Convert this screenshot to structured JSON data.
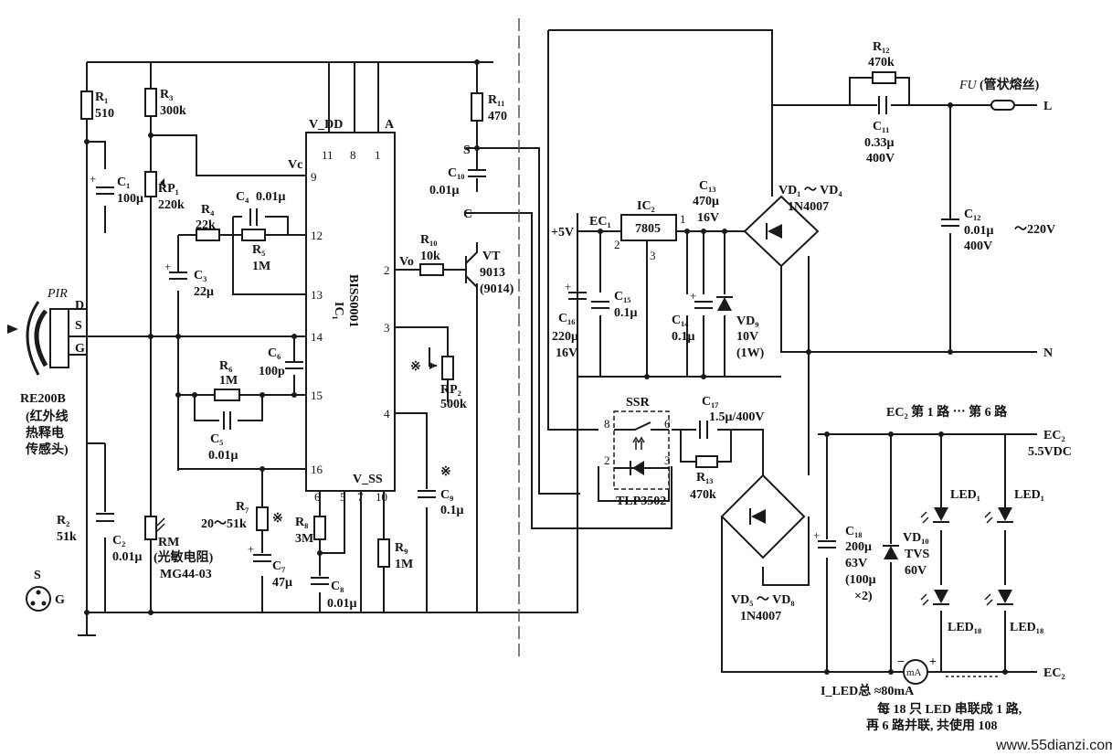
{
  "sensor": {
    "pir": "PIR",
    "d": "D",
    "s": "S",
    "g": "G",
    "model": "RE200B",
    "desc1": "(红外线",
    "desc2": "热释电",
    "desc3": "传感头)",
    "pin_s": "S",
    "pin_g": "G"
  },
  "r1": {
    "name": "R₁",
    "value": "510"
  },
  "r3": {
    "name": "R₃",
    "value": "300k"
  },
  "c1": {
    "name": "C₁",
    "value": "100μ"
  },
  "rp1": {
    "name": "RP₁",
    "value": "220k"
  },
  "r4": {
    "name": "R₄",
    "value": "22k"
  },
  "c4": {
    "name": "C₄",
    "value": "0.01μ"
  },
  "r5": {
    "name": "R₅",
    "value": "1M"
  },
  "c3": {
    "name": "C₃",
    "value": "22μ"
  },
  "r6": {
    "name": "R₆",
    "value": "1M"
  },
  "c6": {
    "name": "C₆",
    "value": "100p"
  },
  "c5": {
    "name": "C₅",
    "value": "0.01μ"
  },
  "r2": {
    "name": "R₂",
    "value": "51k"
  },
  "c2": {
    "name": "C₂",
    "value": "0.01μ"
  },
  "rm": {
    "name": "RM",
    "desc": "(光敏电阻)",
    "model": "MG44-03"
  },
  "r7": {
    "name": "R₇",
    "value": "20～51k",
    "mark": "※"
  },
  "c7": {
    "name": "C₇",
    "value": "47μ"
  },
  "r8": {
    "name": "R₈",
    "value": "3M"
  },
  "c8": {
    "name": "C₈",
    "value": "0.01μ"
  },
  "r9": {
    "name": "R₉",
    "value": "1M"
  },
  "ic1": {
    "name": "IC₁",
    "model": "BISS0001",
    "vdd": "V_DD",
    "vss": "V_SS",
    "a": "A",
    "vc": "Vc",
    "vo": "Vo",
    "pins": [
      "11",
      "8",
      "1",
      "9",
      "12",
      "13",
      "14",
      "15",
      "16",
      "2",
      "3",
      "4",
      "6",
      "5",
      "7",
      "10"
    ]
  },
  "r10": {
    "name": "R₁₀",
    "value": "10k"
  },
  "vt": {
    "name": "VT",
    "model": "9013",
    "alt": "(9014)"
  },
  "r11": {
    "name": "R₁₁",
    "value": "470"
  },
  "c10": {
    "name": "C₁₀",
    "value": "0.01μ"
  },
  "rp2": {
    "name": "RP₂",
    "value": "500k",
    "mark": "※"
  },
  "c9": {
    "name": "C₉",
    "value": "0.1μ",
    "mark": "※"
  },
  "node_s": "S",
  "node_c": "C",
  "supply": {
    "label": "+5V",
    "ec": "EC₁"
  },
  "ic2": {
    "name": "IC₂",
    "model": "7805",
    "p1": "1",
    "p2": "2",
    "p3": "3"
  },
  "c16": {
    "name": "C₁₆",
    "value": "220μ",
    "volt": "16V"
  },
  "c15": {
    "name": "C₁₅",
    "value": "0.1μ"
  },
  "c13": {
    "name": "C₁₃",
    "value": "470μ",
    "volt": "16V"
  },
  "c14": {
    "name": "C₁₄",
    "value": "0.1μ"
  },
  "vd9": {
    "name": "VD₉",
    "value": "10V",
    "power": "(1W)"
  },
  "bridge1": {
    "name": "VD₁ ～ VD₄",
    "model": "1N4007"
  },
  "r12": {
    "name": "R₁₂",
    "value": "470k"
  },
  "c11": {
    "name": "C₁₁",
    "value": "0.33μ",
    "volt": "400V"
  },
  "c12": {
    "name": "C₁₂",
    "value": "0.01μ",
    "volt": "400V"
  },
  "fuse": {
    "name": "FU",
    "desc": "(管状熔丝)"
  },
  "line_l": "L",
  "line_n": "N",
  "ac": "～220V",
  "ssr": {
    "name": "SSR",
    "model": "TLP3502",
    "p8": "8",
    "p6": "6",
    "p2": "2",
    "p3": "3"
  },
  "c17": {
    "name": "C₁₇",
    "value": "1.5μ/400V"
  },
  "r13": {
    "name": "R₁₃",
    "value": "470k"
  },
  "bridge2": {
    "name": "VD₅ ～ VD₈",
    "model": "1N4007"
  },
  "c18": {
    "name": "C₁₈",
    "value": "200μ",
    "volt": "63V",
    "alt1": "(100μ",
    "alt2": "×2)"
  },
  "vd10": {
    "name": "VD₁₀",
    "type": "TVS",
    "value": "60V"
  },
  "led": {
    "header": "EC₂ 第 1 路 ⋯ 第 6 路",
    "ec2_top": "EC₂",
    "vdc": "5.5VDC",
    "led1a": "LED₁",
    "led1b": "LED₁",
    "led18a": "LED₁₈",
    "led18b": "LED₁₈",
    "ec2_bot": "EC₂"
  },
  "meter": {
    "label": "mA",
    "minus": "−",
    "plus": "+",
    "current": "I_LED总 ≈80mA"
  },
  "note1": "每 18 只 LED 串联成 1 路,",
  "note2": "再 6 路并联, 共使用 108",
  "watermark": "www.55dianzi.com"
}
